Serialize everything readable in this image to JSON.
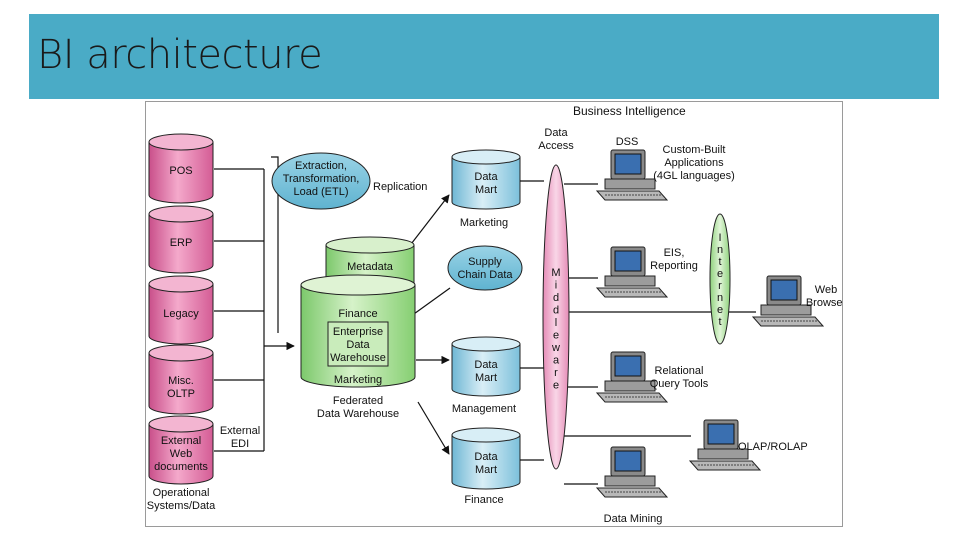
{
  "slide": {
    "title": "BI architecture"
  },
  "diagram": {
    "title": "Business Intelligence",
    "sources": [
      "POS",
      "ERP",
      "Legacy",
      "Misc. OLTP",
      "External Web documents"
    ],
    "sources_caption": "Operational Systems/Data",
    "external_edi": "External EDI",
    "etl": "Extraction, Transformation, Load (ETL)",
    "replication": "Replication",
    "metadata": "Metadata Repository",
    "warehouse": {
      "finance": "Finance",
      "enterprise": "Enterprise Data Warehouse",
      "marketing": "Marketing",
      "caption": "Federated Data Warehouse"
    },
    "supply_chain": "Supply Chain Data",
    "marts": [
      {
        "label": "Data Mart",
        "caption": "Marketing"
      },
      {
        "label": "Data Mart",
        "caption": "Management"
      },
      {
        "label": "Data Mart",
        "caption": "Finance"
      }
    ],
    "data_access": "Data Access",
    "middleware": "Middleware",
    "internet": "Internet",
    "clients": {
      "dss": "DSS",
      "custom": "Custom-Built Applications (4GL languages)",
      "eis": "EIS, Reporting",
      "relational": "Relational Query Tools",
      "olap": "OLAP/ROLAP",
      "mining": "Data Mining",
      "browser": "Web Browser"
    }
  }
}
